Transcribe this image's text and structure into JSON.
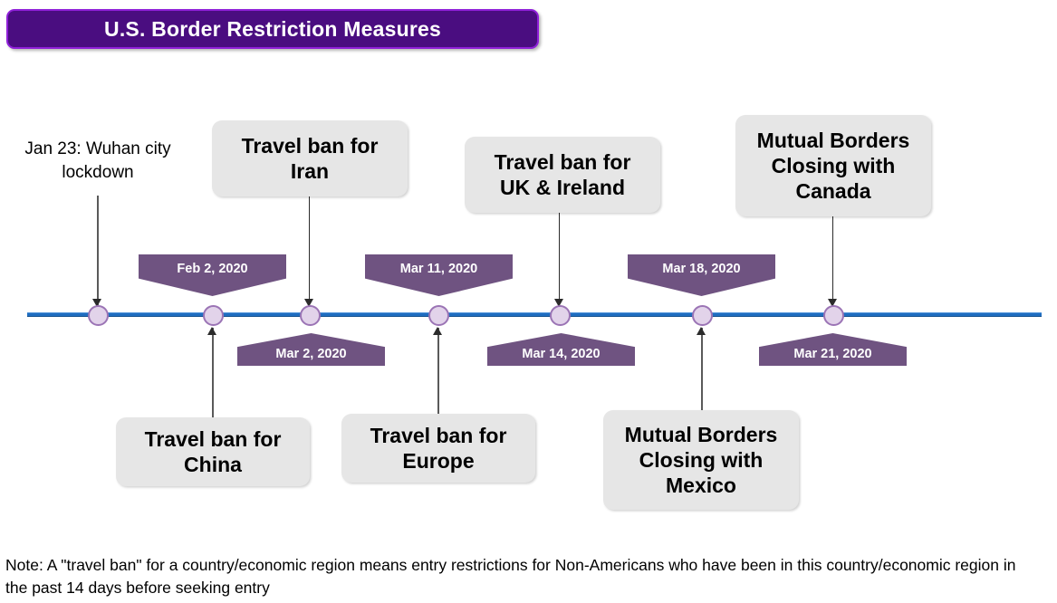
{
  "title": {
    "text": "U.S. Border Restriction Measures",
    "background": "#4a0d80",
    "border_color": "#8f1fd8",
    "text_color": "#ffffff"
  },
  "theme": {
    "axis_color": "#1f6dc0",
    "marker_fill": "#e2d3ea",
    "marker_border": "#9b74b5",
    "date_banner_fill": "#6f5381",
    "event_box_fill": "#e6e6e6",
    "connector_color": "#5a5a5a"
  },
  "timeline": {
    "events": [
      {
        "id": "wuhan-lockdown",
        "date_label": null,
        "note_text": "Jan 23: Wuhan city lockdown",
        "label_position": "above",
        "banner_position": "none"
      },
      {
        "id": "travel-ban-china",
        "date_label": "Feb 2, 2020",
        "note_text": "Travel ban for China",
        "label_position": "below",
        "banner_position": "above"
      },
      {
        "id": "travel-ban-iran",
        "date_label": "Mar 2, 2020",
        "note_text": "Travel ban for Iran",
        "label_position": "above",
        "banner_position": "below"
      },
      {
        "id": "travel-ban-europe",
        "date_label": "Mar 11, 2020",
        "note_text": "Travel ban for Europe",
        "label_position": "below",
        "banner_position": "above"
      },
      {
        "id": "travel-ban-uk-ireland",
        "date_label": "Mar 14, 2020",
        "note_text": "Travel ban for UK & Ireland",
        "label_position": "above",
        "banner_position": "below"
      },
      {
        "id": "borders-mexico",
        "date_label": "Mar 18, 2020",
        "note_text": "Mutual Borders Closing with Mexico",
        "label_position": "below",
        "banner_position": "above"
      },
      {
        "id": "borders-canada",
        "date_label": "Mar 21, 2020",
        "note_text": "Mutual Borders Closing with Canada",
        "label_position": "above",
        "banner_position": "below"
      }
    ]
  },
  "event_lines": {
    "china": [
      "Travel ban for",
      "China"
    ],
    "iran": [
      "Travel ban for",
      "Iran"
    ],
    "europe": [
      "Travel ban for",
      "Europe"
    ],
    "uk_ireland": [
      "Travel ban for",
      "UK & Ireland"
    ],
    "mexico": [
      "Mutual Borders",
      "Closing with",
      "Mexico"
    ],
    "canada": [
      "Mutual Borders",
      "Closing with",
      "Canada"
    ],
    "wuhan": [
      "Jan 23: Wuhan city",
      "lockdown"
    ]
  },
  "dates": {
    "feb2": "Feb 2, 2020",
    "mar2": "Mar 2, 2020",
    "mar11": "Mar 11, 2020",
    "mar14": "Mar 14, 2020",
    "mar18": "Mar 18, 2020",
    "mar21": "Mar 21, 2020"
  },
  "footnote": {
    "text": "Note: A \"travel ban\" for a country/economic region means entry restrictions for Non-Americans who have been in this country/economic region in the past 14 days before seeking entry"
  }
}
